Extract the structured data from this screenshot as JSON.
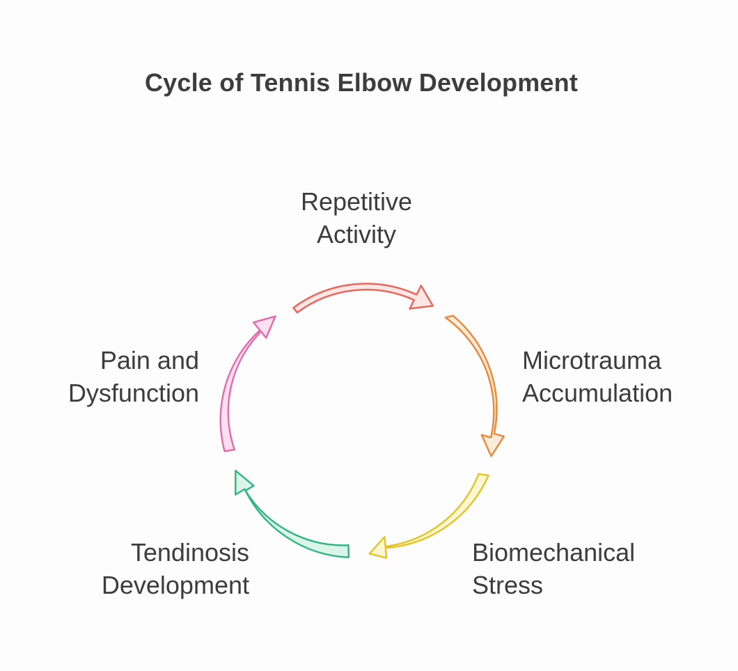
{
  "title": "Cycle of Tennis Elbow Development",
  "stages": [
    {
      "line1": "Repetitive",
      "line2": "Activity",
      "stroke": "#e8675a",
      "fill": "#fde6e3"
    },
    {
      "line1": "Microtrauma",
      "line2": "Accumulation",
      "stroke": "#ea8a3a",
      "fill": "#fdecdc"
    },
    {
      "line1": "Biomechanical",
      "line2": "Stress",
      "stroke": "#e3c52a",
      "fill": "#fdf7d6"
    },
    {
      "line1": "Tendinosis",
      "line2": "Development",
      "stroke": "#35b585",
      "fill": "#dcf5ea"
    },
    {
      "line1": "Pain and",
      "line2": "Dysfunction",
      "stroke": "#e56aaf",
      "fill": "#fbe1ef"
    }
  ]
}
